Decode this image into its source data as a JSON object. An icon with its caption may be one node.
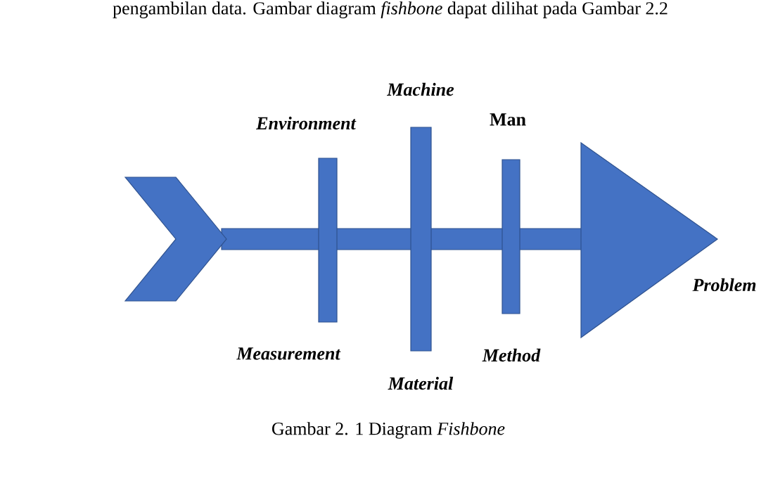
{
  "diagram": {
    "caption": "Gambar 2. 1 Diagram *Fishbone*",
    "labels": [
      "pengambilan data. Gambar diagram *fishbone* dapat dilihat pada Gambar 2.2",
      "Machine",
      "Environment",
      "Man",
      "Problem",
      "Measurement",
      "Method",
      "Material"
    ]
  }
}
